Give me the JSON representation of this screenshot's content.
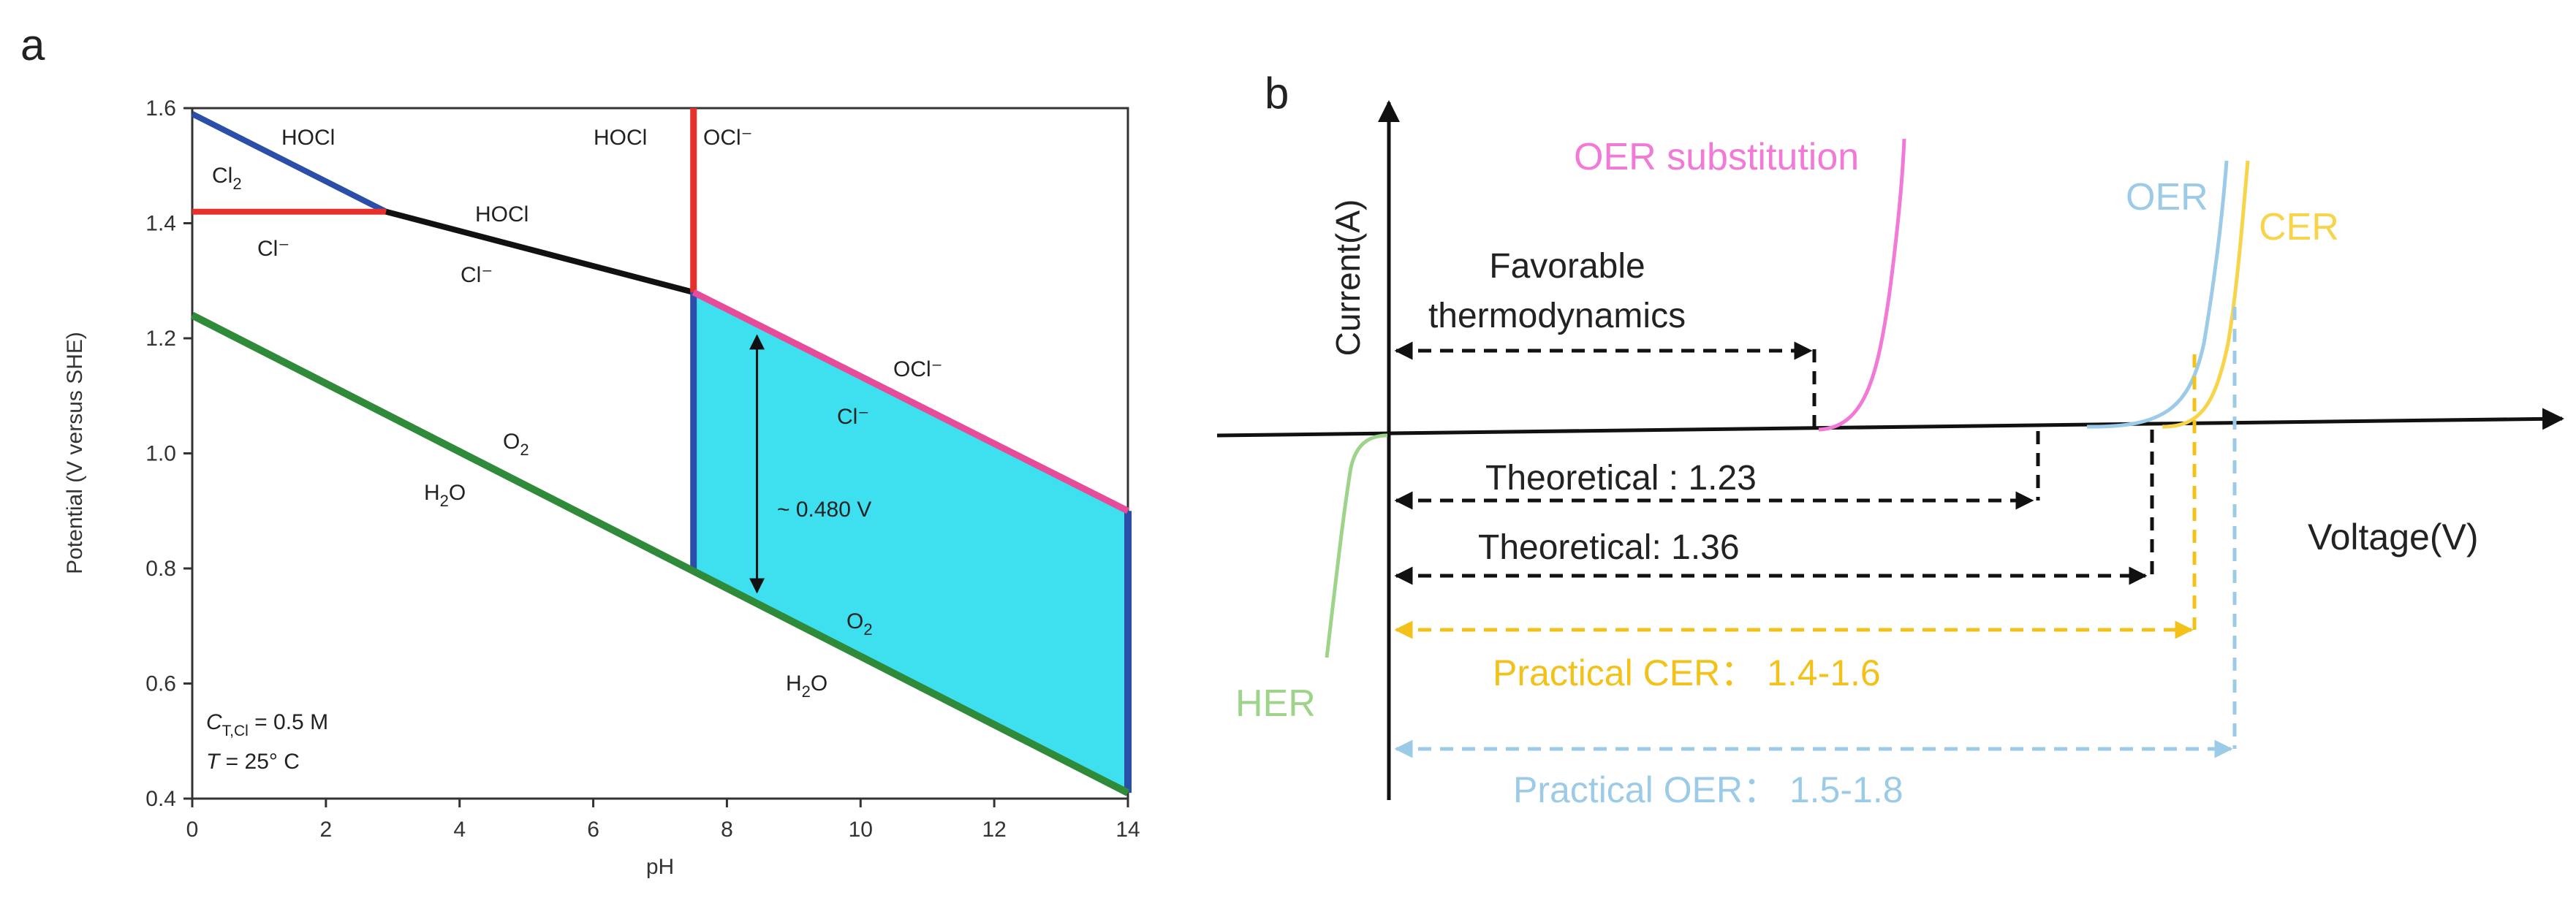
{
  "panels": {
    "a": {
      "label": "a",
      "chart_type": "line",
      "x_axis": {
        "label": "pH",
        "range": [
          0,
          14
        ],
        "ticks": [
          0,
          2,
          4,
          6,
          8,
          10,
          12,
          14
        ]
      },
      "y_axis": {
        "label": "Potential (V versus SHE)",
        "range": [
          0.4,
          1.6
        ],
        "ticks": [
          "0.4",
          "0.6",
          "0.8",
          "1.0",
          "1.2",
          "1.4",
          "1.6"
        ]
      },
      "annotations": {
        "width": "~ 0.480 V",
        "conditions_line1": "C",
        "conditions_sub": "T,Cl",
        "conditions_rest": " = 0.5 M",
        "temp_prefix": "T",
        "temp_rest": " = 25° C"
      },
      "species": {
        "hocl_top": "HOCl",
        "cl2": "Cl",
        "cl2_sub": "2",
        "cl_minus_left": "Cl⁻",
        "hocl_mid": "HOCl",
        "cl_minus_mid": "Cl⁻",
        "hocl_vert": "HOCl",
        "ocl_vert": "OCl⁻",
        "ocl_right": "OCl⁻",
        "cl_minus_right": "Cl⁻",
        "o2_left": "O",
        "o2_left_sub": "2",
        "h2o_left": "H",
        "h2o_left_sub": "2",
        "h2o_left_end": "O",
        "o2_right": "O",
        "o2_right_sub": "2",
        "h2o_right": "H",
        "h2o_right_sub": "2",
        "h2o_right_end": "O"
      },
      "colors": {
        "blue": "#2b4fa8",
        "red": "#e8302a",
        "black": "#111111",
        "green": "#2f8a3a",
        "pink": "#e64c9a",
        "cyan": "#3ee0f0"
      }
    },
    "b": {
      "label": "b",
      "chart_type": "schematic",
      "y_axis_label": "Current(A)",
      "x_axis_label": "Voltage(V)",
      "curves": [
        {
          "name": "OER substitution",
          "color": "#f27ad6"
        },
        {
          "name": "OER",
          "color": "#9ccbe8"
        },
        {
          "name": "CER",
          "color": "#f7d44a"
        },
        {
          "name": "HER",
          "color": "#9ed48a"
        }
      ],
      "arrows": {
        "favorable_line1": "Favorable",
        "favorable_line2": "thermodynamics",
        "theoretical_oer": "Theoretical : 1.23",
        "theoretical_cer": "Theoretical: 1.36",
        "practical_cer": "Practical CER： 1.4-1.6",
        "practical_oer": "Practical OER： 1.5-1.8"
      },
      "arrow_colors": {
        "black": "#111111",
        "yellow": "#f2c21a",
        "blue": "#9ccbe8"
      }
    }
  },
  "chart_data": [
    {
      "type": "line",
      "title": "",
      "xlabel": "pH",
      "ylabel": "Potential (V versus SHE)",
      "xlim": [
        0,
        14
      ],
      "ylim": [
        0.4,
        1.6
      ],
      "series": [
        {
          "name": "Cl2/HOCl boundary",
          "points": [
            [
              0,
              1.59
            ],
            [
              2.9,
              1.42
            ]
          ]
        },
        {
          "name": "Cl2/Cl- boundary",
          "points": [
            [
              0,
              1.42
            ],
            [
              2.9,
              1.42
            ]
          ]
        },
        {
          "name": "HOCl/Cl- boundary",
          "points": [
            [
              2.9,
              1.42
            ],
            [
              7.5,
              1.28
            ]
          ]
        },
        {
          "name": "HOCl/OCl- boundary",
          "points": [
            [
              7.5,
              1.6
            ],
            [
              7.5,
              1.28
            ]
          ]
        },
        {
          "name": "OCl-/Cl- boundary",
          "points": [
            [
              7.5,
              1.28
            ],
            [
              14,
              0.9
            ]
          ]
        },
        {
          "name": "O2/H2O boundary",
          "points": [
            [
              0,
              1.24
            ],
            [
              14,
              0.41
            ]
          ]
        }
      ],
      "shaded_region": {
        "x": [
          7.5,
          14
        ],
        "description": "~ 0.480 V"
      }
    },
    {
      "type": "line",
      "title": "",
      "xlabel": "Voltage(V)",
      "ylabel": "Current(A)",
      "series": [
        {
          "name": "OER substitution"
        },
        {
          "name": "OER"
        },
        {
          "name": "CER"
        },
        {
          "name": "HER"
        }
      ],
      "values": {
        "theoretical_oer": 1.23,
        "theoretical_cer": 1.36,
        "practical_cer": [
          1.4,
          1.6
        ],
        "practical_oer": [
          1.5,
          1.8
        ]
      }
    }
  ]
}
